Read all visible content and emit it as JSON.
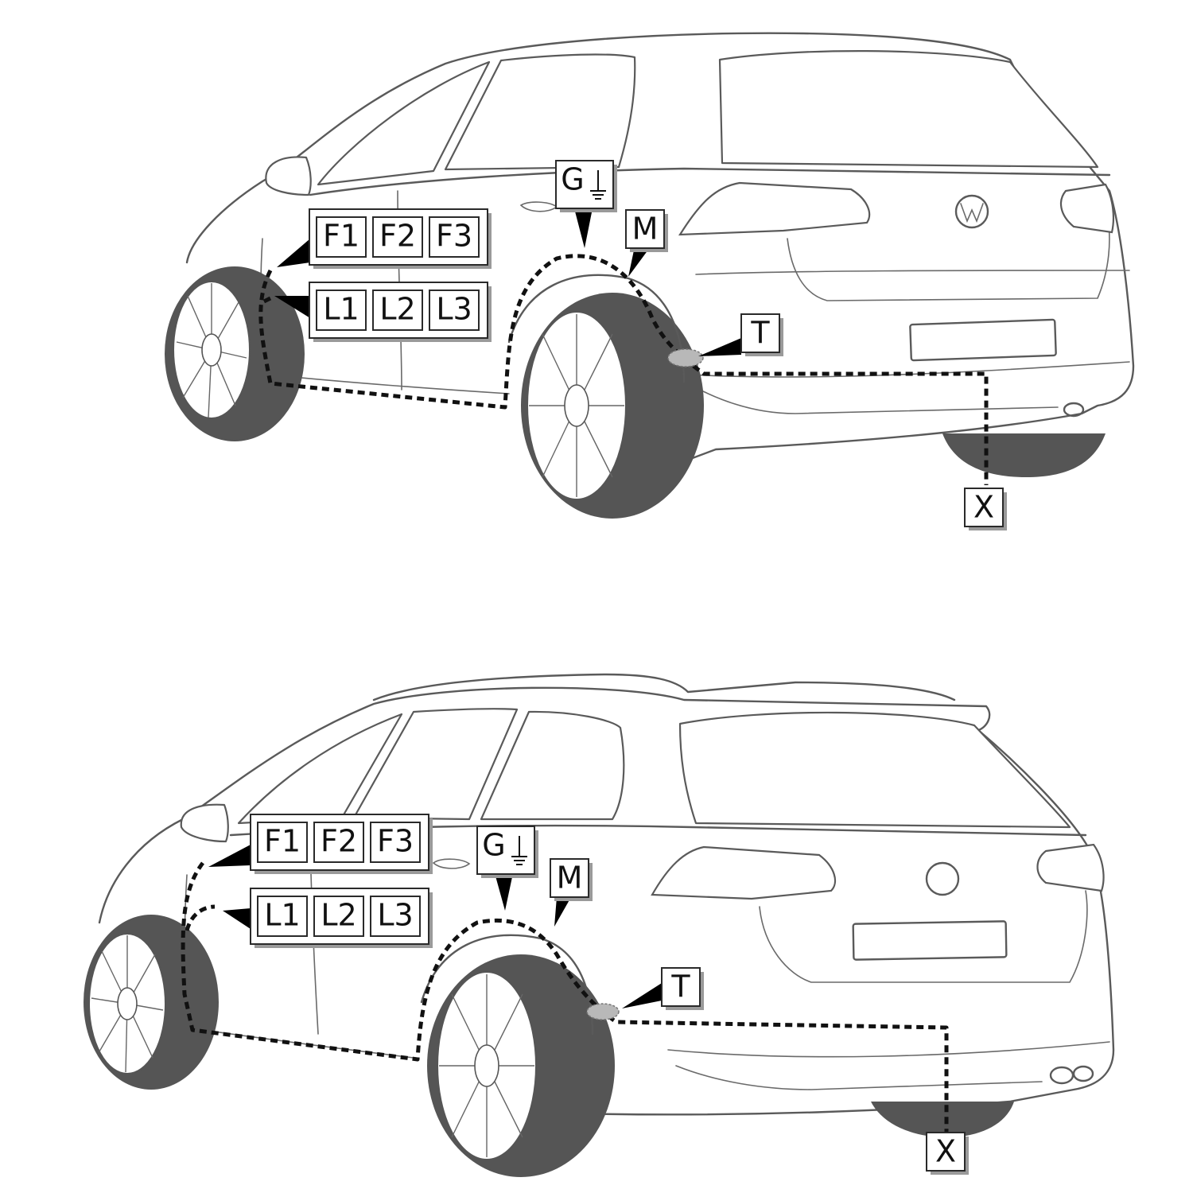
{
  "diagrams": [
    {
      "id": "hatchback",
      "labels": {
        "f1": "F1",
        "f2": "F2",
        "f3": "F3",
        "l1": "L1",
        "l2": "L2",
        "l3": "L3",
        "g": "G",
        "m": "M",
        "t": "T",
        "x": "X"
      }
    },
    {
      "id": "estate",
      "labels": {
        "f1": "F1",
        "f2": "F2",
        "f3": "F3",
        "l1": "L1",
        "l2": "L2",
        "l3": "L3",
        "g": "G",
        "m": "M",
        "t": "T",
        "x": "X"
      }
    }
  ],
  "icons": {
    "ground": "ground-symbol-icon",
    "brand": "vw-logo-icon"
  },
  "colors": {
    "outline": "#5a5a5a",
    "tire": "#555555",
    "route": "#111111",
    "label_border": "#2a2a2a"
  }
}
